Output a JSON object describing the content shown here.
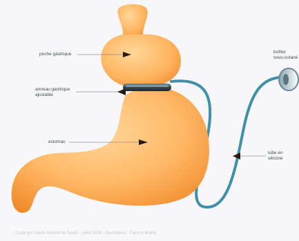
{
  "labels": {
    "poche": "poche gastrique",
    "anneau_line1": "anneau gastrique",
    "anneau_line2": "ajustable",
    "estomac": "estomac",
    "boitier_line1": "boîtier",
    "boitier_line2": "sous-cutané",
    "tube_line1": "tube en",
    "tube_line2": "silicone"
  },
  "credit": "Copyright Haute Autorité de Santé - juillet 2009 - Illustrations : Fabrice Mathé",
  "colors": {
    "stomach_light": "#ffc27a",
    "stomach_dark": "#f4902e",
    "tube": "#3f8fa8",
    "band": "#3d5560",
    "arrow": "#2a1a10",
    "label_text": "#3c4a55"
  }
}
